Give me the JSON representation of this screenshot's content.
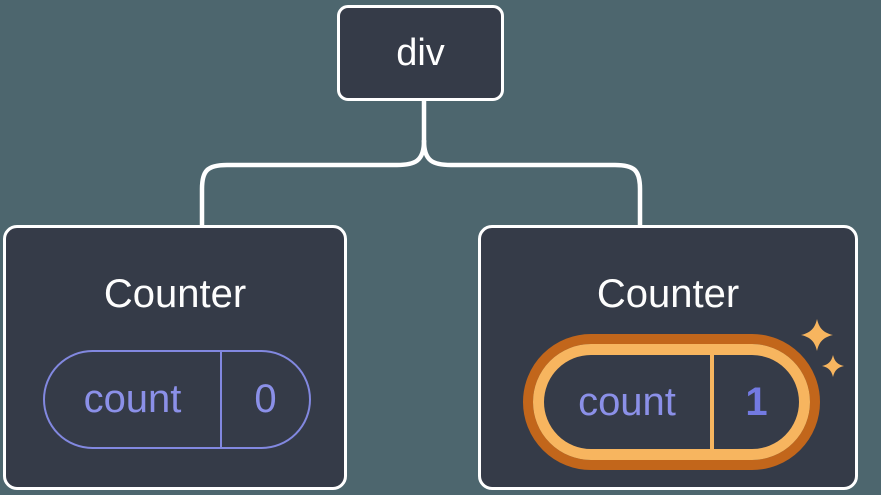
{
  "diagram": {
    "description": "Component tree: a div root with two Counter children; the second Counter's state is highlighted as updated",
    "root": {
      "label": "div"
    },
    "nodes": [
      {
        "title": "Counter",
        "state": {
          "name": "count",
          "value": "0"
        },
        "highlighted": false
      },
      {
        "title": "Counter",
        "state": {
          "name": "count",
          "value": "1"
        },
        "highlighted": true
      }
    ]
  },
  "icons": {
    "sparkles": "two four-point stars marking updated state"
  },
  "colors": {
    "background": "#4d666e",
    "node_fill": "#353b48",
    "node_border": "#ffffff",
    "connector": "#ffffff",
    "state_accent": "#8288e0",
    "state_text": "#8b90e8",
    "state_value_bold": "#737ae2",
    "highlight_outer": "#c2661b",
    "highlight_inner": "#f7b55f"
  }
}
